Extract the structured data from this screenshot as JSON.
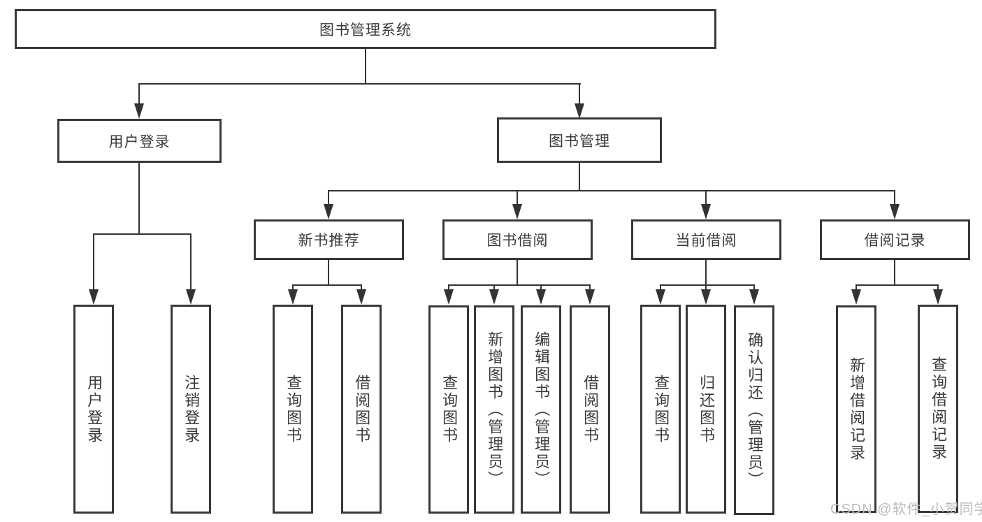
{
  "diagram_type": "hierarchy-tree",
  "nodes": {
    "root": "图书管理系统",
    "user_login": "用户登录",
    "book_mgmt": "图书管理",
    "new_book_rec": "新书推荐",
    "book_borrow": "图书借阅",
    "current_borrow": "当前借阅",
    "borrow_record": "借阅记录",
    "ul_user_login": "用户登录",
    "ul_logout": "注销登录",
    "nb_query_book": "查询图书",
    "nb_borrow_book": "借阅图书",
    "bb_query_book": "查询图书",
    "bb_add_book": "新增图书（管理员）",
    "bb_edit_book": "编辑图书（管理员）",
    "bb_borrow_book": "借阅图书",
    "cb_query_book": "查询图书",
    "cb_return_book": "归还图书",
    "cb_confirm_return": "确认归还（管理员）",
    "br_add_record": "新增借阅记录",
    "br_query_record": "查询借阅记录"
  },
  "edges": [
    {
      "from": "root",
      "to": [
        "user_login",
        "book_mgmt"
      ]
    },
    {
      "from": "user_login",
      "to": [
        "ul_user_login",
        "ul_logout"
      ]
    },
    {
      "from": "book_mgmt",
      "to": [
        "new_book_rec",
        "book_borrow",
        "current_borrow",
        "borrow_record"
      ]
    },
    {
      "from": "new_book_rec",
      "to": [
        "nb_query_book",
        "nb_borrow_book"
      ]
    },
    {
      "from": "book_borrow",
      "to": [
        "bb_query_book",
        "bb_add_book",
        "bb_edit_book",
        "bb_borrow_book"
      ]
    },
    {
      "from": "current_borrow",
      "to": [
        "cb_query_book",
        "cb_return_book",
        "cb_confirm_return"
      ]
    },
    {
      "from": "borrow_record",
      "to": [
        "br_add_record",
        "br_query_record"
      ]
    }
  ],
  "watermark": "CSDN @软件_小贺同学",
  "colors": {
    "line": "#333333",
    "border": "#38383a",
    "text": "#3a3a3e",
    "background": "#ffffff",
    "watermark": "#b9bcc0"
  }
}
